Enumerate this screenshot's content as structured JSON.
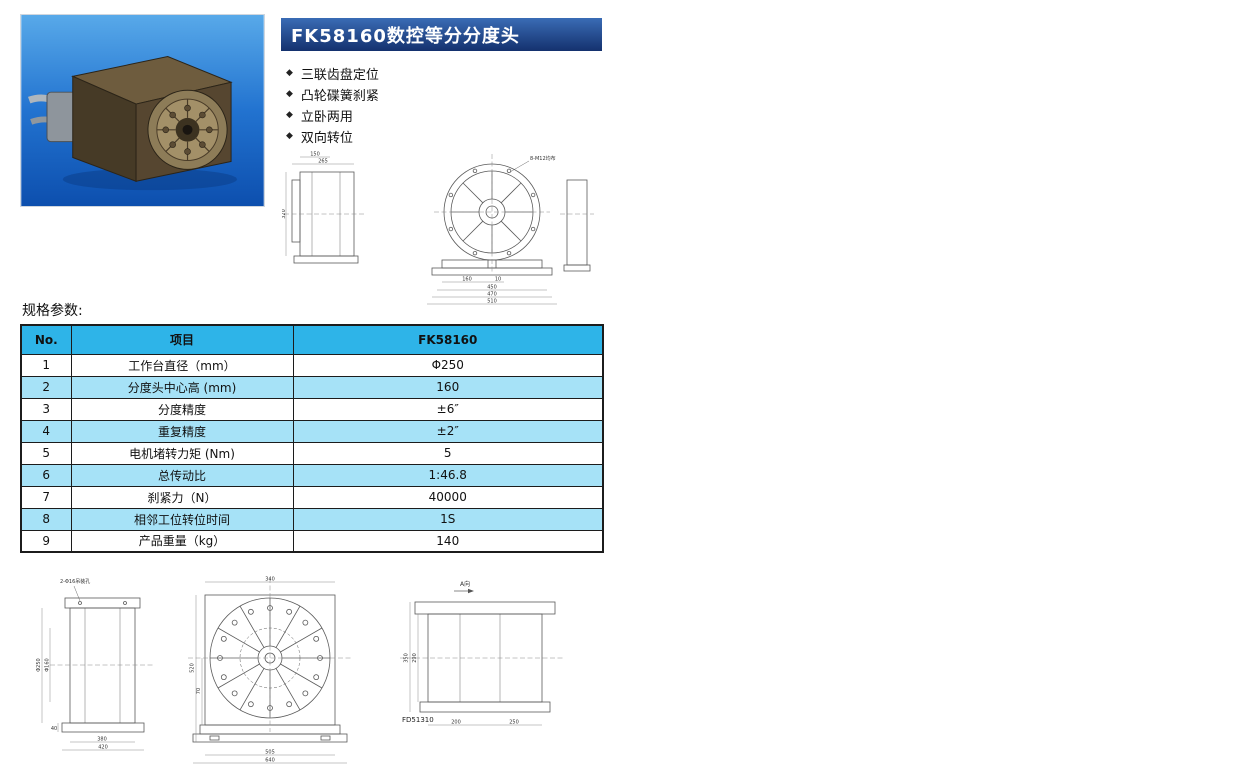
{
  "page": {
    "title": "FK58160数控等分分度头",
    "bullet": "◆",
    "features": [
      "三联齿盘定位",
      "凸轮碟簧刹紧",
      "立卧两用",
      "双向转位"
    ],
    "specs_label": "规格参数:",
    "colors": {
      "banner_top": "#3a6cb5",
      "banner_bottom": "#14316e",
      "table_header": "#2eb4e8",
      "table_alt_row": "#a6e2f7"
    }
  },
  "table": {
    "headers": [
      "No.",
      "项目",
      "FK58160"
    ],
    "rows": [
      [
        "1",
        "工作台直径（mm）",
        "Φ250"
      ],
      [
        "2",
        "分度头中心高 (mm)",
        "160"
      ],
      [
        "3",
        "分度精度",
        "±6″"
      ],
      [
        "4",
        "重复精度",
        "±2″"
      ],
      [
        "5",
        "电机堵转力矩 (Nm)",
        "5"
      ],
      [
        "6",
        "总传动比",
        "1:46.8"
      ],
      [
        "7",
        "刹紧力（N）",
        "40000"
      ],
      [
        "8",
        "相邻工位转位时间",
        "1S"
      ],
      [
        "9",
        "产品重量（kg）",
        "140"
      ]
    ]
  },
  "drawing_top": {
    "holes_note": "8-M12均布",
    "w1": "150",
    "w2": "265",
    "h1": "320",
    "b0": "160",
    "b1": "10",
    "b2": "450",
    "b3": "470",
    "b4": "510"
  },
  "drawing_bottom": {
    "lift_note": "2-Φ16吊装孔",
    "v1_d1": "Φ250",
    "v1_d2": "Φ160",
    "v1_b1": "380",
    "v1_b2": "420",
    "v1_s": "40",
    "v2_top": "340",
    "v2_left": "520",
    "v2_left2": "70",
    "v2_b1": "505",
    "v2_b2": "640",
    "v3_label": "A向",
    "v3_l1": "350",
    "v3_l2": "290",
    "v3_b1": "200",
    "v3_b2": "250",
    "code": "FD51310"
  }
}
